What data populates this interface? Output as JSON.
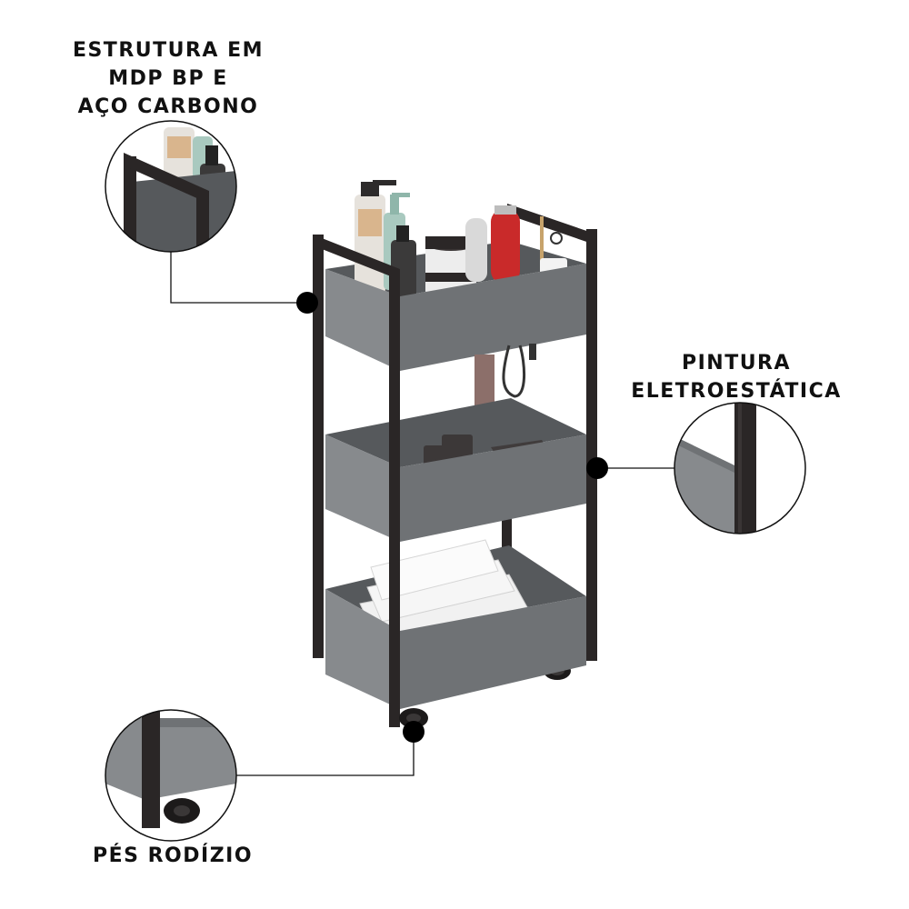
{
  "callouts": {
    "structure": {
      "lines": [
        "ESTRUTURA EM",
        "MDP BP E",
        "AÇO CARBONO"
      ]
    },
    "paint": {
      "lines": [
        "PINTURA",
        "ELETROESTÁTICA"
      ]
    },
    "wheels": {
      "lines": [
        "PÉS RODÍZIO"
      ]
    }
  },
  "colors": {
    "panel_gray": "#6f7275",
    "panel_light": "#878a8d",
    "panel_dark": "#56595c",
    "frame_black": "#2a2626",
    "line": "#111111"
  }
}
